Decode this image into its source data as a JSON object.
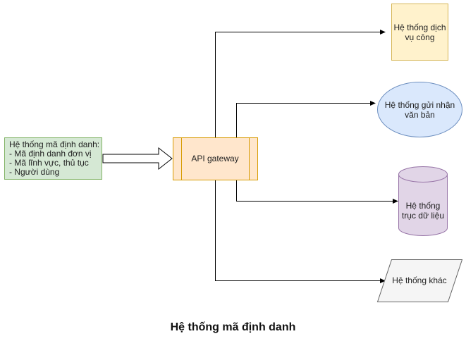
{
  "source": {
    "title": "Hệ thống mã định danh:",
    "items": [
      "- Mã định danh đơn vị",
      "- Mã lĩnh vực, thủ tục",
      "- Người dùng"
    ]
  },
  "gateway": {
    "label": "API gateway"
  },
  "targets": {
    "public_service": {
      "line1": "Hệ thống dịch",
      "line2": "vụ công"
    },
    "document_exchange": {
      "line1": "Hệ thống gửi nhận",
      "line2": "văn bản"
    },
    "data_axis": {
      "line1": "Hệ thống",
      "line2": "trục dữ liệu"
    },
    "other": {
      "label": "Hệ thống khác"
    }
  },
  "caption": "Hệ thống mã định danh",
  "colors": {
    "source_fill": "#d5e8d4",
    "source_stroke": "#82b366",
    "gateway_fill": "#ffe6cc",
    "gateway_stroke": "#d79b00",
    "public_fill": "#fff2cc",
    "public_stroke": "#d6b656",
    "doc_fill": "#dae8fc",
    "doc_stroke": "#6c8ebf",
    "data_fill": "#e1d5e7",
    "data_stroke": "#9673a6",
    "other_fill": "#f5f5f5",
    "other_stroke": "#666666"
  }
}
